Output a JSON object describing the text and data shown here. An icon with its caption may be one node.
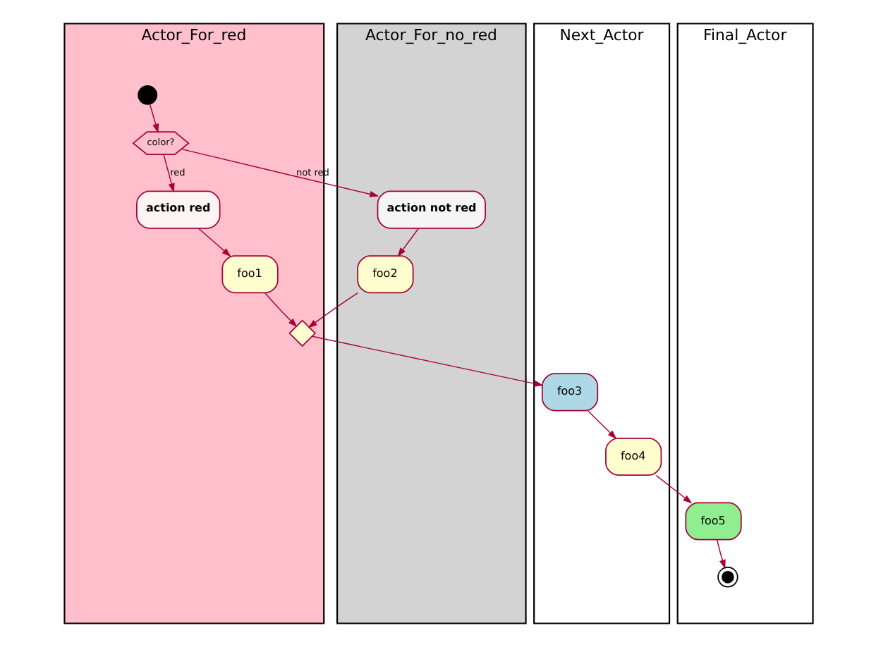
{
  "diagram": {
    "nodes": [
      {
        "text": [
          "Actor_For_red"
        ]
      },
      {
        "text": [
          "Actor_For_no_red"
        ]
      },
      {
        "text": [
          "Next_Actor"
        ]
      },
      {
        "text": [
          "Final_Actor"
        ]
      },
      {
        "text": [],
        "shape": "circle",
        "in": 0
      },
      {
        "text": [
          "color?"
        ],
        "in": 0
      },
      {
        "text": [
          "action red"
        ],
        "in": 0
      },
      {
        "text": [
          "foo1"
        ],
        "in": 0
      },
      {
        "text": [
          "action not red"
        ],
        "in": 1
      },
      {
        "text": [
          "foo2"
        ],
        "in": 1
      },
      {
        "text": [],
        "shape": "diamond",
        "in": 0
      },
      {
        "text": [
          "foo3"
        ],
        "in": 2
      },
      {
        "text": [
          "foo4"
        ],
        "in": 2
      },
      {
        "text": [
          "foo5"
        ],
        "in": 3
      },
      {
        "text": [],
        "shape": "circle",
        "in": 3
      }
    ],
    "edges": [
      {
        "from": 4,
        "to": 5,
        "arrow": "to"
      },
      {
        "from": 5,
        "to": 6,
        "arrow": "to",
        "label": "red"
      },
      {
        "from": 5,
        "to": 8,
        "arrow": "to",
        "label": "not red"
      },
      {
        "from": 6,
        "to": 7,
        "arrow": "to"
      },
      {
        "from": 8,
        "to": 9,
        "arrow": "to"
      },
      {
        "from": 7,
        "to": 10,
        "arrow": "to"
      },
      {
        "from": 9,
        "to": 10,
        "arrow": "to"
      },
      {
        "from": 10,
        "to": 11,
        "arrow": "to"
      },
      {
        "from": 11,
        "to": 12,
        "arrow": "to"
      },
      {
        "from": 12,
        "to": 13,
        "arrow": "to"
      },
      {
        "from": 13,
        "to": 14,
        "arrow": "to"
      }
    ]
  }
}
